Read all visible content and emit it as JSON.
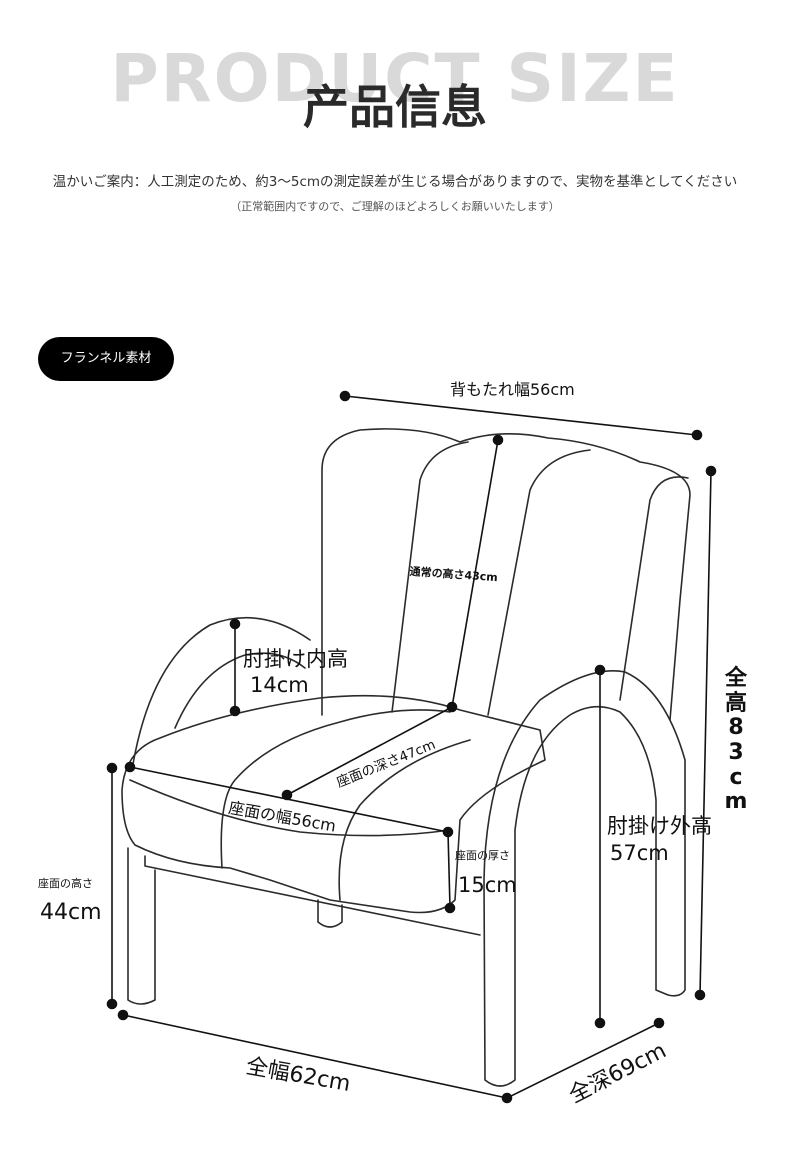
{
  "header": {
    "bg_title": "PRODUCT SIZE",
    "title": "产品信息",
    "notice": "温かいご案内：人工測定のため、約3〜5cmの測定誤差が生じる場合がありますので、実物を基準としてください",
    "notice_sub": "（正常範囲内ですので、ご理解のほどよろしくお願いいたします）"
  },
  "badge": {
    "label": "フランネル素材"
  },
  "dimensions": {
    "back_width": "背もたれ幅56cm",
    "back_height": "通常の高さ43cm",
    "armrest_inner_label": "肘掛け内高",
    "armrest_inner_value": "14cm",
    "seat_depth": "座面の深さ47cm",
    "seat_width": "座面の幅56cm",
    "seat_thickness_label": "座面の厚さ",
    "seat_thickness_value": "15cm",
    "seat_height_label": "座面の高さ",
    "seat_height_value": "44cm",
    "armrest_outer_label": "肘掛け外高",
    "armrest_outer_value": "57cm",
    "total_height": "全高83cm",
    "total_width": "全幅62cm",
    "total_depth": "全深69cm"
  }
}
